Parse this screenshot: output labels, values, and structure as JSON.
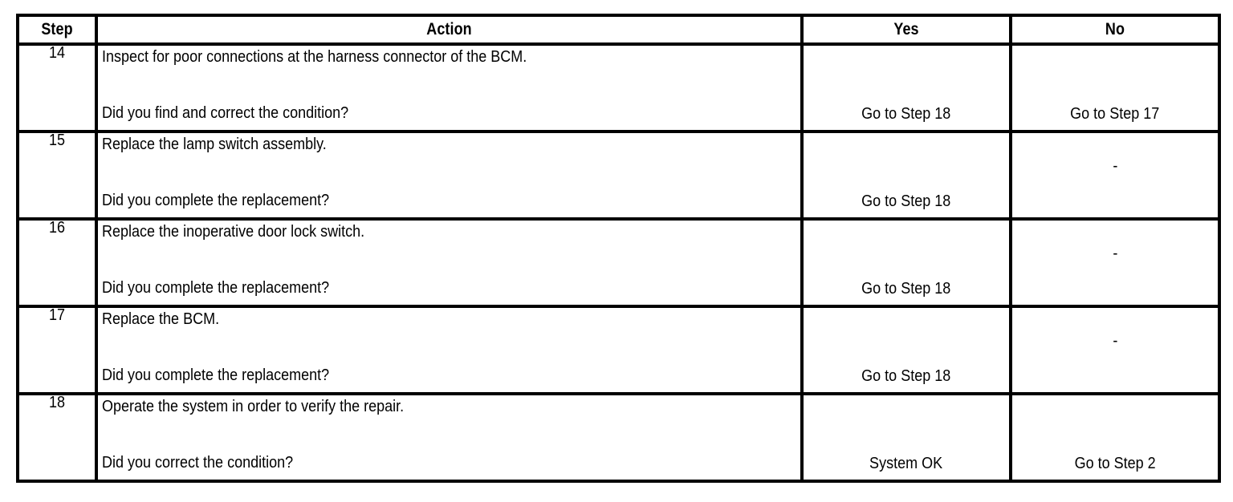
{
  "table": {
    "columns": [
      {
        "key": "step",
        "label": "Step",
        "align": "center"
      },
      {
        "key": "action",
        "label": "Action",
        "align": "center"
      },
      {
        "key": "yes",
        "label": "Yes",
        "align": "center"
      },
      {
        "key": "no",
        "label": "No",
        "align": "center"
      }
    ],
    "rows": [
      {
        "step": "14",
        "action_line1": "Inspect for poor connections at the harness connector of the BCM.",
        "action_line2": "Did you find and correct the condition?",
        "yes": "Go to Step 18",
        "no": "Go to Step 17"
      },
      {
        "step": "15",
        "action_line1": "Replace the lamp switch assembly.",
        "action_line2": "Did you complete the replacement?",
        "yes": "Go to Step 18",
        "no": "-"
      },
      {
        "step": "16",
        "action_line1": "Replace the inoperative door lock switch.",
        "action_line2": "Did you complete the replacement?",
        "yes": "Go to Step 18",
        "no": "-"
      },
      {
        "step": "17",
        "action_line1": "Replace the BCM.",
        "action_line2": "Did you complete the replacement?",
        "yes": "Go to Step 18",
        "no": "-"
      },
      {
        "step": "18",
        "action_line1": "Operate the system in order to verify the repair.",
        "action_line2": "Did you correct the condition?",
        "yes": "System OK",
        "no": "Go to Step 2"
      }
    ]
  },
  "style": {
    "border_color": "#000000",
    "background_color": "#ffffff",
    "text_color": "#000000"
  }
}
